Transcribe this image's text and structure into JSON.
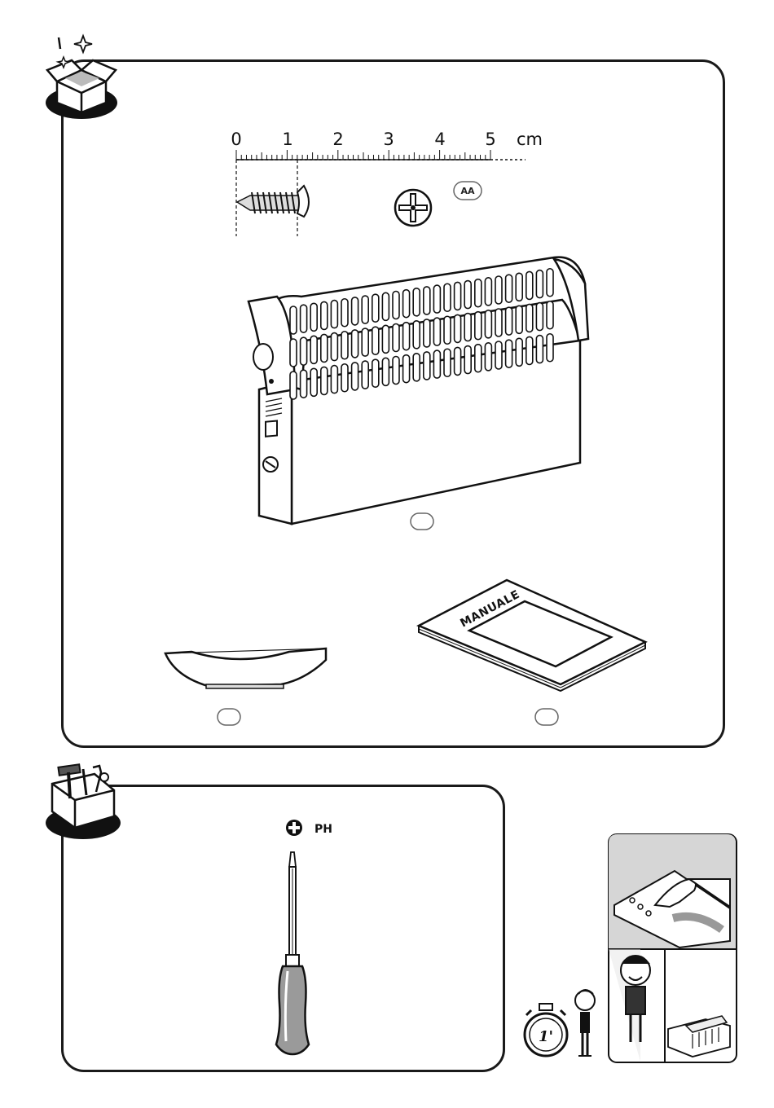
{
  "ruler": {
    "ticks": [
      "0",
      "1",
      "2",
      "3",
      "4",
      "5"
    ],
    "unit": "cm"
  },
  "parts": {
    "screw_code": "AA",
    "heater_label": "",
    "foot_label": "",
    "manual_label": ""
  },
  "manual": {
    "cover_text": "MANUALE"
  },
  "tools": {
    "screwdriver_type": "PH"
  },
  "time_estimate": {
    "minutes": "1'"
  },
  "icons": {
    "unbox": "open-box-icon",
    "toolbox": "toolbox-icon",
    "phillips": "phillips-cross-icon",
    "stopwatch": "stopwatch-icon"
  },
  "colors": {
    "ink": "#1a1a1a",
    "shade": "#bdbdbd",
    "paper": "#ffffff"
  }
}
